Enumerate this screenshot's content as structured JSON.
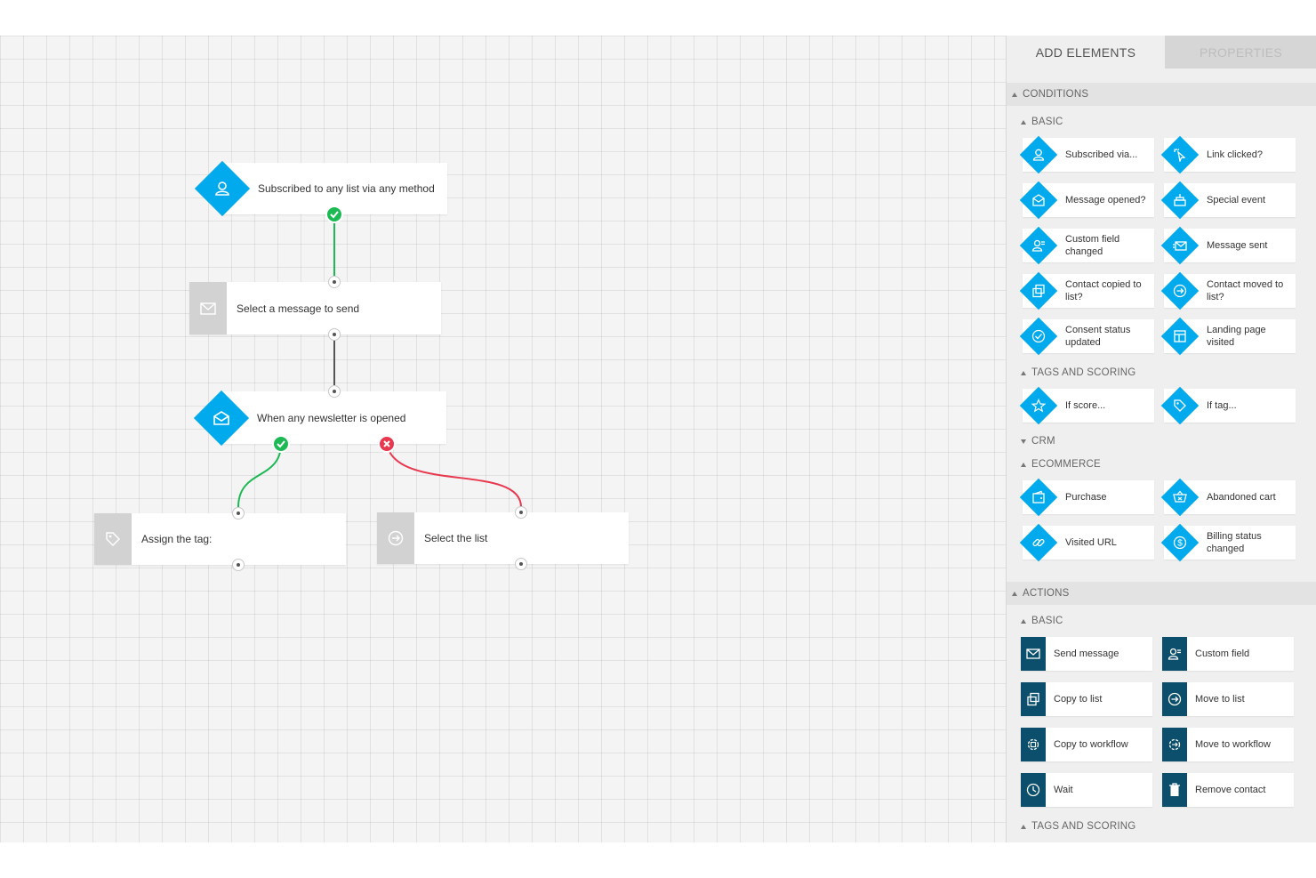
{
  "canvas": {
    "nodes": {
      "trigger": {
        "label": "Subscribed to any list via any method",
        "icon": "user-icon"
      },
      "send_message": {
        "label": "Select a message to send",
        "icon": "envelope-icon"
      },
      "condition_opened": {
        "label": "When any newsletter is opened",
        "icon": "envelope-open-icon"
      },
      "assign_tag": {
        "label": "Assign the tag:",
        "icon": "tag-icon"
      },
      "select_list": {
        "label": "Select the list",
        "icon": "move-arrow-icon"
      }
    },
    "colors": {
      "accent": "#00aaec",
      "yes": "#1db954",
      "no": "#e8384f",
      "action": "#0b4f6c"
    }
  },
  "panel": {
    "tabs": {
      "add_elements": "ADD ELEMENTS",
      "properties": "PROPERTIES"
    },
    "conditions": {
      "title": "CONDITIONS",
      "basic": {
        "title": "BASIC",
        "items": [
          {
            "label": "Subscribed via...",
            "icon": "user-icon"
          },
          {
            "label": "Link clicked?",
            "icon": "cursor-click-icon"
          },
          {
            "label": "Message opened?",
            "icon": "envelope-open-icon"
          },
          {
            "label": "Special event",
            "icon": "cake-icon"
          },
          {
            "label": "Custom field changed",
            "icon": "user-edit-icon"
          },
          {
            "label": "Message sent",
            "icon": "envelope-send-icon"
          },
          {
            "label": "Contact copied to list?",
            "icon": "copy-icon"
          },
          {
            "label": "Contact moved to list?",
            "icon": "move-arrow-icon"
          },
          {
            "label": "Consent status updated",
            "icon": "check-circle-icon"
          },
          {
            "label": "Landing page visited",
            "icon": "layout-icon"
          }
        ]
      },
      "tags_scoring": {
        "title": "TAGS AND SCORING",
        "items": [
          {
            "label": "If score...",
            "icon": "star-icon"
          },
          {
            "label": "If tag...",
            "icon": "tag-icon"
          }
        ]
      },
      "crm": {
        "title": "CRM"
      },
      "ecommerce": {
        "title": "ECOMMERCE",
        "items": [
          {
            "label": "Purchase",
            "icon": "wallet-icon"
          },
          {
            "label": "Abandoned cart",
            "icon": "cart-icon"
          },
          {
            "label": "Visited URL",
            "icon": "link-icon"
          },
          {
            "label": "Billing status changed",
            "icon": "dollar-badge-icon"
          }
        ]
      }
    },
    "actions": {
      "title": "ACTIONS",
      "basic": {
        "title": "BASIC",
        "items": [
          {
            "label": "Send message",
            "icon": "envelope-icon"
          },
          {
            "label": "Custom field",
            "icon": "user-edit-icon"
          },
          {
            "label": "Copy to list",
            "icon": "copy-icon"
          },
          {
            "label": "Move to list",
            "icon": "move-arrow-icon"
          },
          {
            "label": "Copy to workflow",
            "icon": "gear-copy-icon"
          },
          {
            "label": "Move to workflow",
            "icon": "gear-move-icon"
          },
          {
            "label": "Wait",
            "icon": "clock-icon"
          },
          {
            "label": "Remove contact",
            "icon": "trash-icon"
          }
        ]
      },
      "tags_scoring": {
        "title": "TAGS AND SCORING"
      }
    }
  }
}
